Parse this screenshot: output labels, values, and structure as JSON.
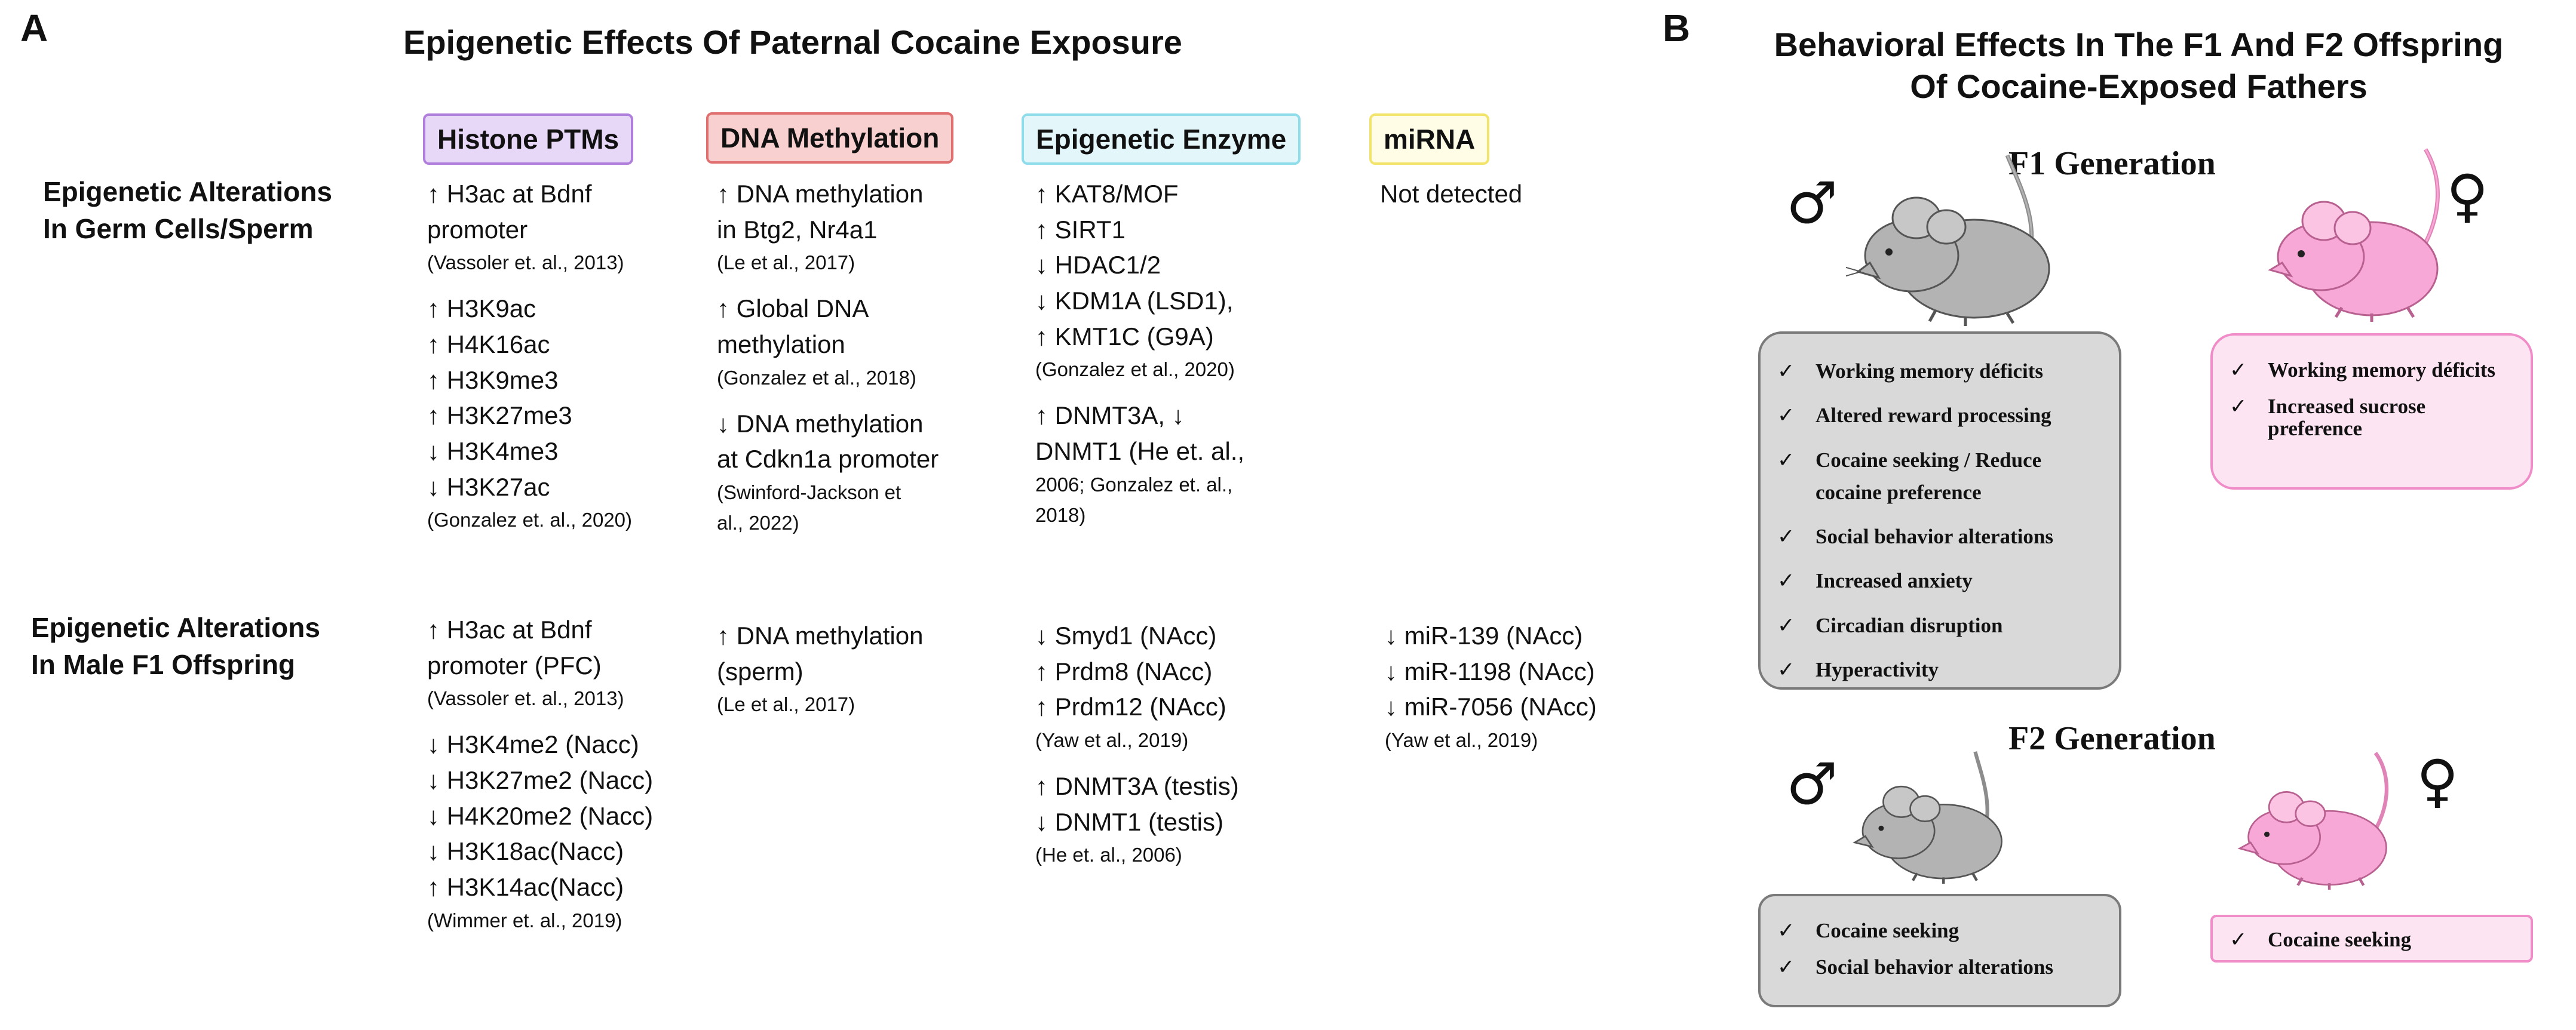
{
  "panel_a": {
    "letter": "A",
    "title": "Epigenetic Effects Of Paternal Cocaine Exposure",
    "columns": [
      {
        "label": "Histone PTMs",
        "fill": "#e8d8f7",
        "border": "#b07fdc"
      },
      {
        "label": "DNA Methylation",
        "fill": "#f9d0d0",
        "border": "#e07070"
      },
      {
        "label": "Epigenetic Enzyme",
        "fill": "#e3f7fb",
        "border": "#8fdcea"
      },
      {
        "label": "miRNA",
        "fill": "#fffde6",
        "border": "#f2e46a"
      }
    ],
    "rows": [
      {
        "label_line1": "Epigenetic Alterations",
        "label_line2": "In Germ Cells/Sperm",
        "cells": [
          {
            "items": [
              {
                "lines": [
                  "↑ H3ac at Bdnf",
                  "promoter"
                ],
                "ref": "(Vassoler et. al., 2013)"
              },
              {
                "lines": [
                  "↑ H3K9ac",
                  "↑ H4K16ac",
                  "↑ H3K9me3",
                  "↑ H3K27me3",
                  "↓ H3K4me3",
                  "↓ H3K27ac"
                ],
                "ref": "(Gonzalez et. al., 2020)"
              }
            ]
          },
          {
            "items": [
              {
                "lines": [
                  "↑ DNA methylation",
                  "in Btg2, Nr4a1"
                ],
                "ref": "(Le et al., 2017)"
              },
              {
                "lines": [
                  "↑ Global DNA",
                  "methylation"
                ],
                "ref": "(Gonzalez et al., 2018)"
              },
              {
                "lines": [
                  "↓ DNA methylation",
                  "at Cdkn1a promoter"
                ],
                "ref": "(Swinford-Jackson et\nal., 2022)"
              }
            ]
          },
          {
            "items": [
              {
                "lines": [
                  "↑ KAT8/MOF",
                  "↑ SIRT1",
                  "↓ HDAC1/2",
                  "↓ KDM1A (LSD1),",
                  "↑ KMT1C (G9A)"
                ],
                "ref": "(Gonzalez et al., 2020)"
              },
              {
                "lines": [
                  "↑ DNMT3A, ↓",
                  "DNMT1 (He et. al.,"
                ],
                "ref": "2006; Gonzalez et. al.,\n2018)"
              }
            ]
          },
          {
            "items": [
              {
                "lines": [
                  "Not detected"
                ],
                "ref": ""
              }
            ]
          }
        ]
      },
      {
        "label_line1": "Epigenetic Alterations",
        "label_line2": "In Male F1 Offspring",
        "cells": [
          {
            "items": [
              {
                "lines": [
                  "↑ H3ac at Bdnf",
                  "promoter (PFC)"
                ],
                "ref": "(Vassoler et. al., 2013)"
              },
              {
                "lines": [
                  "↓ H3K4me2 (Nacc)",
                  "↓ H3K27me2 (Nacc)",
                  "↓ H4K20me2 (Nacc)",
                  "↓ H3K18ac(Nacc)",
                  "↑ H3K14ac(Nacc)"
                ],
                "ref": "(Wimmer et. al., 2019)"
              }
            ]
          },
          {
            "items": [
              {
                "lines": [
                  "↑ DNA methylation",
                  "(sperm)"
                ],
                "ref": "(Le et al., 2017)"
              }
            ]
          },
          {
            "items": [
              {
                "lines": [
                  "↓ Smyd1 (NAcc)",
                  "↑ Prdm8 (NAcc)",
                  "↑ Prdm12 (NAcc)"
                ],
                "ref": "(Yaw et al., 2019)"
              },
              {
                "lines": [
                  "↑ DNMT3A (testis)",
                  "↓ DNMT1 (testis)"
                ],
                "ref": "(He et. al., 2006)"
              }
            ]
          },
          {
            "items": [
              {
                "lines": [
                  "↓ miR-139 (NAcc)",
                  "↓ miR-1198 (NAcc)",
                  "↓ miR-7056 (NAcc)"
                ],
                "ref": "(Yaw et al., 2019)"
              }
            ]
          }
        ]
      }
    ]
  },
  "panel_b": {
    "letter": "B",
    "title_line1": "Behavioral Effects In The F1 And F2 Offspring",
    "title_line2": "Of Cocaine-Exposed Fathers",
    "f1": {
      "title": "F1 Generation",
      "male_symbol": "♂",
      "female_symbol": "♀",
      "male_items": [
        "Working memory déficits",
        "Altered reward processing",
        "Cocaine seeking / Reduce cocaine preference",
        "Social behavior alterations",
        "Increased anxiety",
        "Circadian disruption",
        "Hyperactivity"
      ],
      "female_items": [
        "Working memory déficits",
        "Increased sucrose preference"
      ]
    },
    "f2": {
      "title": "F2 Generation",
      "male_symbol": "♂",
      "female_symbol": "♀",
      "male_items": [
        "Cocaine seeking",
        "Social behavior alterations"
      ],
      "female_items": [
        "Cocaine seeking"
      ]
    },
    "check_mark": "✓",
    "colors": {
      "male_box_fill": "#d9d9d9",
      "male_box_border": "#7a7a7a",
      "female_box_fill": "#fde4f2",
      "female_box_border": "#f08cc8",
      "male_mouse": "#b3b3b3",
      "female_mouse": "#f7a8d6"
    }
  }
}
